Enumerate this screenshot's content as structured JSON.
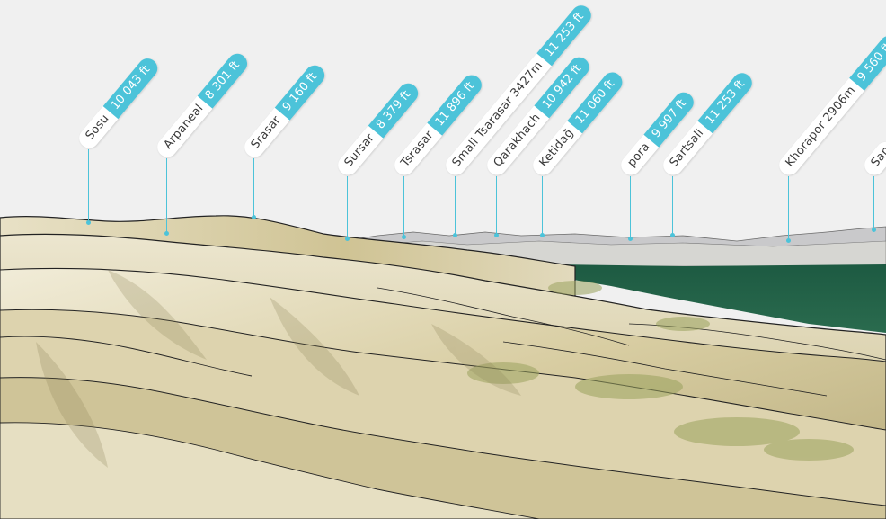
{
  "peaks": [
    {
      "name": "Sosu",
      "elevation": "10 043 ft"
    },
    {
      "name": "Arpaneal",
      "elevation": "8 301 ft"
    },
    {
      "name": "Srasar",
      "elevation": "9 160 ft"
    },
    {
      "name": "Sursar",
      "elevation": "8 379 ft"
    },
    {
      "name": "Tsrasar",
      "elevation": "11 896 ft"
    },
    {
      "name": "Small Tsarasar 3427m",
      "elevation": "11 253 ft"
    },
    {
      "name": "Qarakhach",
      "elevation": "10 942 ft"
    },
    {
      "name": "Ketidağ",
      "elevation": "11 060 ft"
    },
    {
      "name": "pora",
      "elevation": "9 997 ft"
    },
    {
      "name": "Sartsali",
      "elevation": "11 253 ft"
    },
    {
      "name": "Khorapor 2906m",
      "elevation": "9 560 ft"
    },
    {
      "name": "San",
      "elevation": ""
    }
  ],
  "colors": {
    "sky": "#f0f0f0",
    "accent": "#4cc3d9",
    "lake": "#1f5e45",
    "terrain_light": "#efe9d4",
    "terrain_mid": "#d4c89b",
    "terrain_dark": "#a59a6c"
  }
}
